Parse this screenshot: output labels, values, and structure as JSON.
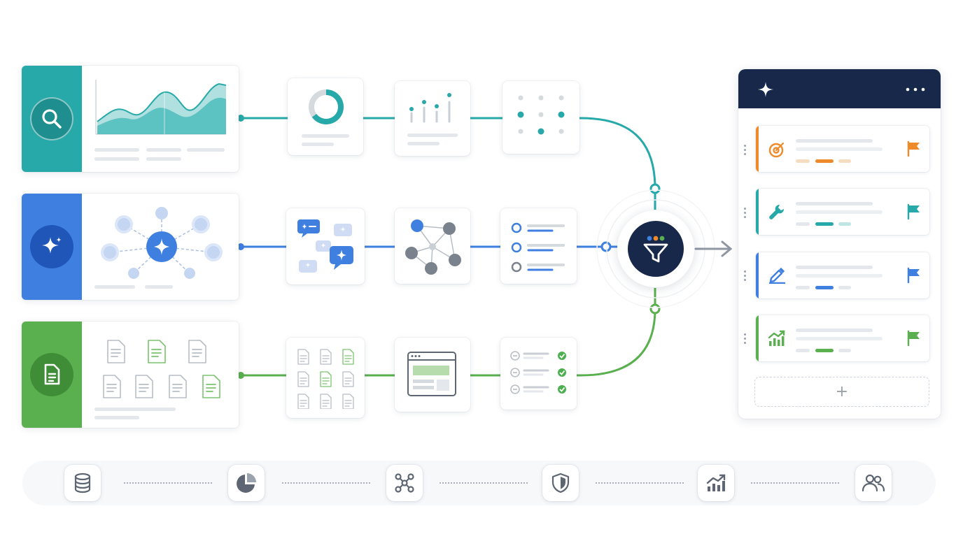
{
  "colors": {
    "teal": "#27a9a9",
    "blue": "#3f7fe0",
    "green": "#5aaf4f",
    "navy": "#17284a",
    "orange": "#ee8a2a",
    "line_grey": "#e4e7eb"
  },
  "sources": [
    {
      "name": "search-source",
      "icon": "search-icon",
      "color": "#27a9a9"
    },
    {
      "name": "ai-source",
      "icon": "sparkle-icon",
      "color": "#3f7fe0"
    },
    {
      "name": "document-source",
      "icon": "document-icon",
      "color": "#5aaf4f"
    }
  ],
  "panel": {
    "header_icon": "sparkle-icon",
    "menu_icon": "more-horizontal-icon",
    "tasks": [
      {
        "icon": "target-icon",
        "accent": "#ee8a2a",
        "flag": "flag-icon"
      },
      {
        "icon": "wrench-icon",
        "accent": "#27a9a9",
        "flag": "flag-icon"
      },
      {
        "icon": "pencil-icon",
        "accent": "#3f7fe0",
        "flag": "flag-icon"
      },
      {
        "icon": "trend-chart-icon",
        "accent": "#5aaf4f",
        "flag": "flag-icon"
      }
    ],
    "add_label": "+"
  },
  "hub": {
    "icon": "funnel-icon"
  },
  "bottom_icons": [
    "database-icon",
    "pie-chart-icon",
    "network-icon",
    "shield-icon",
    "trend-chart-icon",
    "users-icon"
  ]
}
